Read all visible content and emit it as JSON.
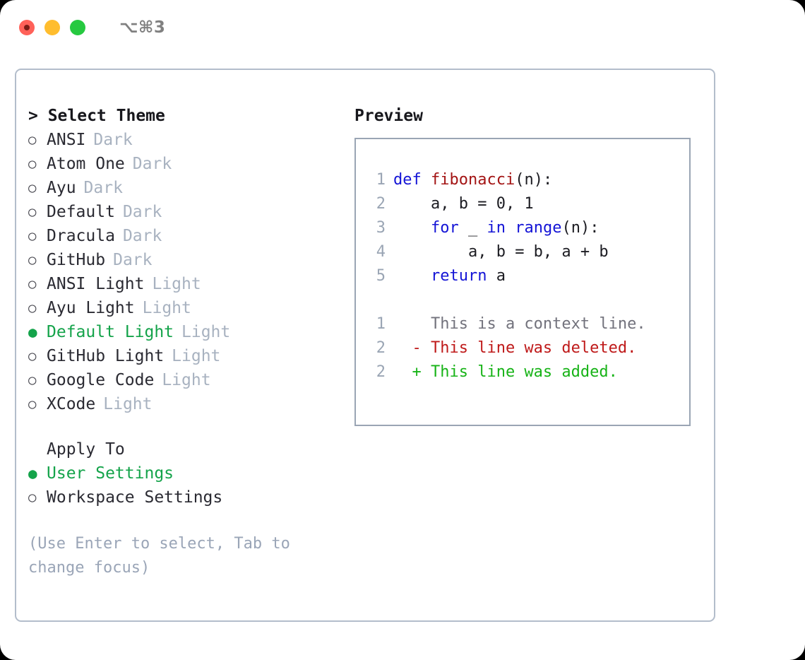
{
  "titlebar": {
    "shortcut": "⌥⌘3",
    "buttons": [
      {
        "name": "close",
        "color": "#ff6159"
      },
      {
        "name": "minimize",
        "color": "#ffbd2e"
      },
      {
        "name": "zoom",
        "color": "#26c940"
      }
    ]
  },
  "colors": {
    "selected_green": "#14a34a",
    "muted_gray": "#a8b2c0",
    "hint_gray": "#9aa5b7",
    "border": "#b3bdcb",
    "preview_border": "#9aa5b4",
    "keyword_blue": "#1414d6",
    "function_red": "#a31414",
    "diff_delete_red": "#bf1a1a",
    "diff_add_green": "#17b317",
    "linenumber_gray": "#9aa5b4"
  },
  "theme_panel": {
    "header": "> Select Theme",
    "markers": {
      "selected": "●",
      "unselected": "○"
    },
    "items": [
      {
        "name": "ANSI",
        "kind": "Dark",
        "selected": false
      },
      {
        "name": "Atom One",
        "kind": "Dark",
        "selected": false
      },
      {
        "name": "Ayu",
        "kind": "Dark",
        "selected": false
      },
      {
        "name": "Default",
        "kind": "Dark",
        "selected": false
      },
      {
        "name": "Dracula",
        "kind": "Dark",
        "selected": false
      },
      {
        "name": "GitHub",
        "kind": "Dark",
        "selected": false
      },
      {
        "name": "ANSI Light",
        "kind": "Light",
        "selected": false
      },
      {
        "name": "Ayu Light",
        "kind": "Light",
        "selected": false
      },
      {
        "name": "Default Light",
        "kind": "Light",
        "selected": true
      },
      {
        "name": "GitHub Light",
        "kind": "Light",
        "selected": false
      },
      {
        "name": "Google Code",
        "kind": "Light",
        "selected": false
      },
      {
        "name": "XCode",
        "kind": "Light",
        "selected": false
      }
    ]
  },
  "apply_to": {
    "header": "Apply To",
    "items": [
      {
        "name": "User Settings",
        "selected": true
      },
      {
        "name": "Workspace Settings",
        "selected": false
      }
    ]
  },
  "hint": "(Use Enter to select, Tab to change focus)",
  "preview": {
    "header": "Preview",
    "code_lines": [
      {
        "number": "1",
        "indent": "",
        "tokens": [
          {
            "text": "def",
            "type": "keyword"
          },
          {
            "text": " ",
            "type": "plain"
          },
          {
            "text": "fibonacci",
            "type": "function"
          },
          {
            "text": "(n):",
            "type": "plain"
          }
        ]
      },
      {
        "number": "2",
        "indent": "    ",
        "tokens": [
          {
            "text": "a, b = 0, 1",
            "type": "plain"
          }
        ]
      },
      {
        "number": "3",
        "indent": "    ",
        "tokens": [
          {
            "text": "for",
            "type": "keyword"
          },
          {
            "text": " _ ",
            "type": "plain"
          },
          {
            "text": "in",
            "type": "keyword"
          },
          {
            "text": " ",
            "type": "plain"
          },
          {
            "text": "range",
            "type": "keyword"
          },
          {
            "text": "(n):",
            "type": "plain"
          }
        ]
      },
      {
        "number": "4",
        "indent": "        ",
        "tokens": [
          {
            "text": "a, b = b, a + b",
            "type": "plain"
          }
        ]
      },
      {
        "number": "5",
        "indent": "    ",
        "tokens": [
          {
            "text": "return",
            "type": "keyword"
          },
          {
            "text": " a",
            "type": "plain"
          }
        ]
      }
    ],
    "diff_lines": [
      {
        "number": "1",
        "marker": " ",
        "text": "This is a context line.",
        "type": "context"
      },
      {
        "number": "2",
        "marker": "-",
        "text": "This line was deleted.",
        "type": "deleted"
      },
      {
        "number": "2",
        "marker": "+",
        "text": "This line was added.",
        "type": "added"
      }
    ]
  }
}
